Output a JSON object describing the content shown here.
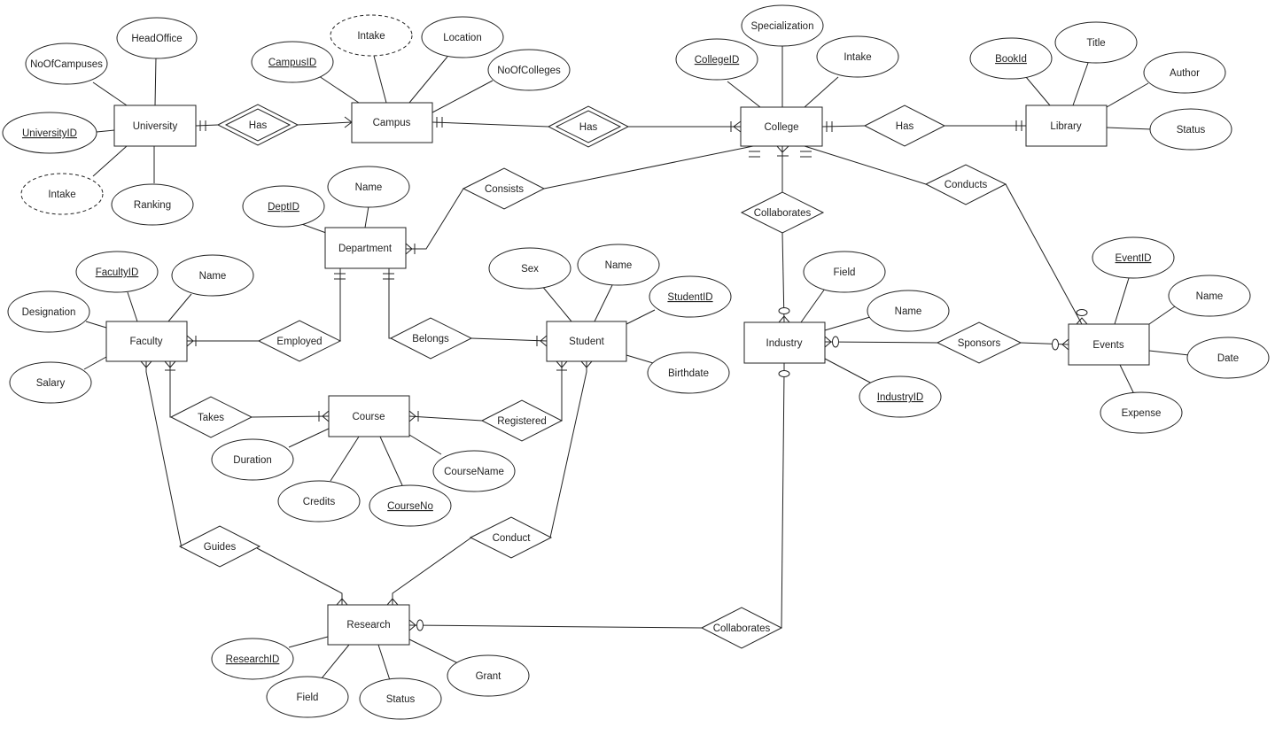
{
  "colors": {
    "stroke": "#222222",
    "fill": "#ffffff",
    "background": "#ffffff"
  },
  "entities": [
    {
      "id": "university",
      "label": "University"
    },
    {
      "id": "campus",
      "label": "Campus"
    },
    {
      "id": "college",
      "label": "College"
    },
    {
      "id": "library",
      "label": "Library"
    },
    {
      "id": "department",
      "label": "Department"
    },
    {
      "id": "faculty",
      "label": "Faculty"
    },
    {
      "id": "student",
      "label": "Student"
    },
    {
      "id": "course",
      "label": "Course"
    },
    {
      "id": "industry",
      "label": "Industry"
    },
    {
      "id": "events",
      "label": "Events"
    },
    {
      "id": "research",
      "label": "Research"
    }
  ],
  "relationships": [
    {
      "id": "has-univ-campus",
      "label": "Has",
      "weak": true
    },
    {
      "id": "has-campus-college",
      "label": "Has",
      "weak": true
    },
    {
      "id": "has-college-library",
      "label": "Has",
      "weak": false
    },
    {
      "id": "consists",
      "label": "Consists",
      "weak": false
    },
    {
      "id": "conducts",
      "label": "Conducts",
      "weak": false
    },
    {
      "id": "collaborates-college-industry",
      "label": "Collaborates",
      "weak": false
    },
    {
      "id": "employed",
      "label": "Employed",
      "weak": false
    },
    {
      "id": "belongs",
      "label": "Belongs",
      "weak": false
    },
    {
      "id": "takes",
      "label": "Takes",
      "weak": false
    },
    {
      "id": "registered",
      "label": "Registered",
      "weak": false
    },
    {
      "id": "sponsors",
      "label": "Sponsors",
      "weak": false
    },
    {
      "id": "guides",
      "label": "Guides",
      "weak": false
    },
    {
      "id": "conduct",
      "label": "Conduct",
      "weak": false
    },
    {
      "id": "collaborates-research-industry",
      "label": "Collaborates",
      "weak": false
    }
  ],
  "attributes": [
    {
      "id": "univ-headoffice",
      "label": "HeadOffice",
      "key": false,
      "derived": false
    },
    {
      "id": "univ-noofcampuses",
      "label": "NoOfCampuses",
      "key": false,
      "derived": false
    },
    {
      "id": "univ-universityid",
      "label": "UniversityID",
      "key": true,
      "derived": false
    },
    {
      "id": "univ-intake",
      "label": "Intake",
      "key": false,
      "derived": true
    },
    {
      "id": "univ-ranking",
      "label": "Ranking",
      "key": false,
      "derived": false
    },
    {
      "id": "campus-campusid",
      "label": "CampusID",
      "key": true,
      "derived": false
    },
    {
      "id": "campus-intake",
      "label": "Intake",
      "key": false,
      "derived": true
    },
    {
      "id": "campus-location",
      "label": "Location",
      "key": false,
      "derived": false
    },
    {
      "id": "campus-noofcolleges",
      "label": "NoOfColleges",
      "key": false,
      "derived": false
    },
    {
      "id": "college-collegeid",
      "label": "CollegeID",
      "key": true,
      "derived": false
    },
    {
      "id": "college-specialization",
      "label": "Specialization",
      "key": false,
      "derived": false
    },
    {
      "id": "college-intake",
      "label": "Intake",
      "key": false,
      "derived": false
    },
    {
      "id": "library-bookid",
      "label": "BookId",
      "key": true,
      "derived": false
    },
    {
      "id": "library-title",
      "label": "Title",
      "key": false,
      "derived": false
    },
    {
      "id": "library-author",
      "label": "Author",
      "key": false,
      "derived": false
    },
    {
      "id": "library-status",
      "label": "Status",
      "key": false,
      "derived": false
    },
    {
      "id": "dept-deptid",
      "label": "DeptID",
      "key": true,
      "derived": false
    },
    {
      "id": "dept-name",
      "label": "Name",
      "key": false,
      "derived": false
    },
    {
      "id": "faculty-facultyid",
      "label": "FacultyID",
      "key": true,
      "derived": false
    },
    {
      "id": "faculty-name",
      "label": "Name",
      "key": false,
      "derived": false
    },
    {
      "id": "faculty-designation",
      "label": "Designation",
      "key": false,
      "derived": false
    },
    {
      "id": "faculty-salary",
      "label": "Salary",
      "key": false,
      "derived": false
    },
    {
      "id": "student-sex",
      "label": "Sex",
      "key": false,
      "derived": false
    },
    {
      "id": "student-name",
      "label": "Name",
      "key": false,
      "derived": false
    },
    {
      "id": "student-studentid",
      "label": "StudentID",
      "key": true,
      "derived": false
    },
    {
      "id": "student-birthdate",
      "label": "Birthdate",
      "key": false,
      "derived": false
    },
    {
      "id": "course-duration",
      "label": "Duration",
      "key": false,
      "derived": false
    },
    {
      "id": "course-credits",
      "label": "Credits",
      "key": false,
      "derived": false
    },
    {
      "id": "course-courseno",
      "label": "CourseNo",
      "key": true,
      "derived": false
    },
    {
      "id": "course-coursename",
      "label": "CourseName",
      "key": false,
      "derived": false
    },
    {
      "id": "industry-field",
      "label": "Field",
      "key": false,
      "derived": false
    },
    {
      "id": "industry-name",
      "label": "Name",
      "key": false,
      "derived": false
    },
    {
      "id": "industry-industryid",
      "label": "IndustryID",
      "key": true,
      "derived": false
    },
    {
      "id": "events-eventid",
      "label": "EventID",
      "key": true,
      "derived": false
    },
    {
      "id": "events-name",
      "label": "Name",
      "key": false,
      "derived": false
    },
    {
      "id": "events-date",
      "label": "Date",
      "key": false,
      "derived": false
    },
    {
      "id": "events-expense",
      "label": "Expense",
      "key": false,
      "derived": false
    },
    {
      "id": "research-researchid",
      "label": "ResearchID",
      "key": true,
      "derived": false
    },
    {
      "id": "research-field",
      "label": "Field",
      "key": false,
      "derived": false
    },
    {
      "id": "research-status",
      "label": "Status",
      "key": false,
      "derived": false
    },
    {
      "id": "research-grant",
      "label": "Grant",
      "key": false,
      "derived": false
    }
  ],
  "connections": [
    {
      "from": "university",
      "to": "has-univ-campus",
      "end": "one-one"
    },
    {
      "from": "campus",
      "to": "has-univ-campus",
      "end": "many-one"
    },
    {
      "from": "campus",
      "to": "has-campus-college",
      "end": "one-one"
    },
    {
      "from": "college",
      "to": "has-campus-college",
      "end": "one-many"
    },
    {
      "from": "college",
      "to": "has-college-library",
      "end": "one-one"
    },
    {
      "from": "library",
      "to": "has-college-library",
      "end": "one-one"
    },
    {
      "from": "college",
      "to": "consists",
      "end": "one-one"
    },
    {
      "from": "department",
      "to": "consists",
      "end": "one-many"
    },
    {
      "from": "college",
      "to": "collaborates-college-industry",
      "end": "one-many"
    },
    {
      "from": "industry",
      "to": "collaborates-college-industry",
      "end": "zero-many"
    },
    {
      "from": "college",
      "to": "conducts",
      "end": "one-one"
    },
    {
      "from": "events",
      "to": "conducts",
      "end": "zero-many"
    },
    {
      "from": "faculty",
      "to": "employed",
      "end": "one-many"
    },
    {
      "from": "department",
      "to": "employed",
      "end": "one-one"
    },
    {
      "from": "department",
      "to": "belongs",
      "end": "one-one"
    },
    {
      "from": "student",
      "to": "belongs",
      "end": "one-many"
    },
    {
      "from": "faculty",
      "to": "takes",
      "end": "one-many"
    },
    {
      "from": "course",
      "to": "takes",
      "end": "one-many"
    },
    {
      "from": "course",
      "to": "registered",
      "end": "one-many"
    },
    {
      "from": "student",
      "to": "registered",
      "end": "one-many"
    },
    {
      "from": "industry",
      "to": "sponsors",
      "end": "zero-many"
    },
    {
      "from": "events",
      "to": "sponsors",
      "end": "zero-many"
    },
    {
      "from": "faculty",
      "to": "guides",
      "end": "one-many"
    },
    {
      "from": "research",
      "to": "guides",
      "end": "many"
    },
    {
      "from": "student",
      "to": "conduct",
      "end": "many"
    },
    {
      "from": "research",
      "to": "conduct",
      "end": "many"
    },
    {
      "from": "research",
      "to": "collaborates-research-industry",
      "end": "zero-many"
    },
    {
      "from": "industry",
      "to": "collaborates-research-industry",
      "end": "zero-one"
    }
  ]
}
